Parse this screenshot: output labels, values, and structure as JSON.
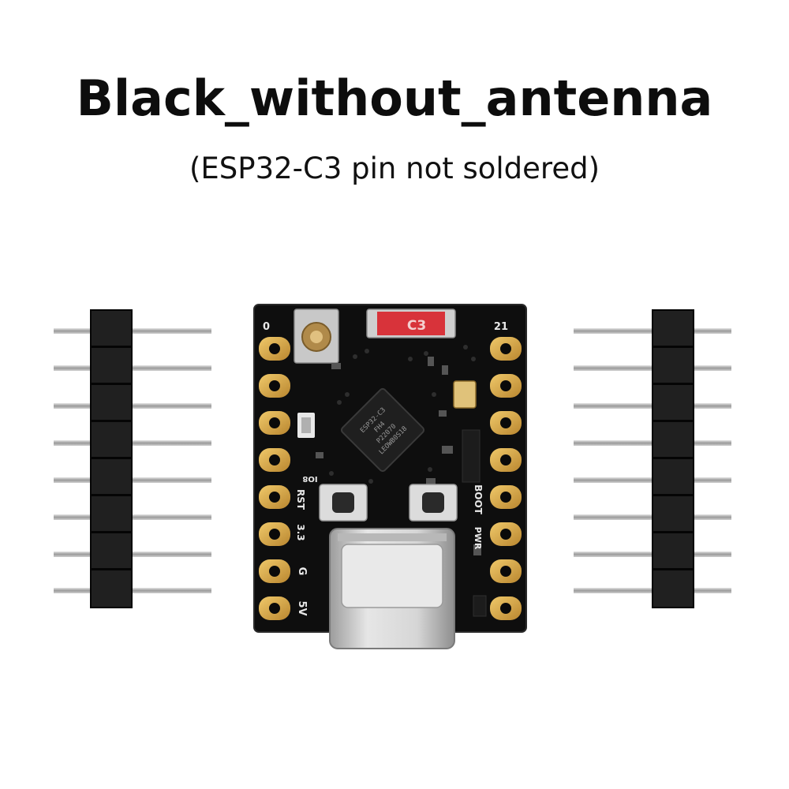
{
  "title": "Black_without_antenna",
  "subtitle": "(ESP32-C3 pin not soldered)",
  "board": {
    "pin_top_left": "0",
    "pin_top_right": "21",
    "label_rst": "RST",
    "label_boot": "BOOT",
    "label_3v3": "3.3",
    "label_gnd": "G",
    "label_5v": "5V",
    "label_pwr": "PWR",
    "label_c3": "C3",
    "label_io8": "IO8",
    "chip_lines": [
      "ESP32-C3",
      "FH4",
      "P22070",
      "LEOWB0S18"
    ]
  },
  "colors": {
    "pcb": "#0e0e0e",
    "gold": "#d2a24a",
    "header_plastic": "#1a1a1a",
    "pin_metal": "#bfbfbf",
    "usb_metal": "#c9c9c9",
    "c3_red": "#d8333a"
  },
  "header_pin_count": 8
}
